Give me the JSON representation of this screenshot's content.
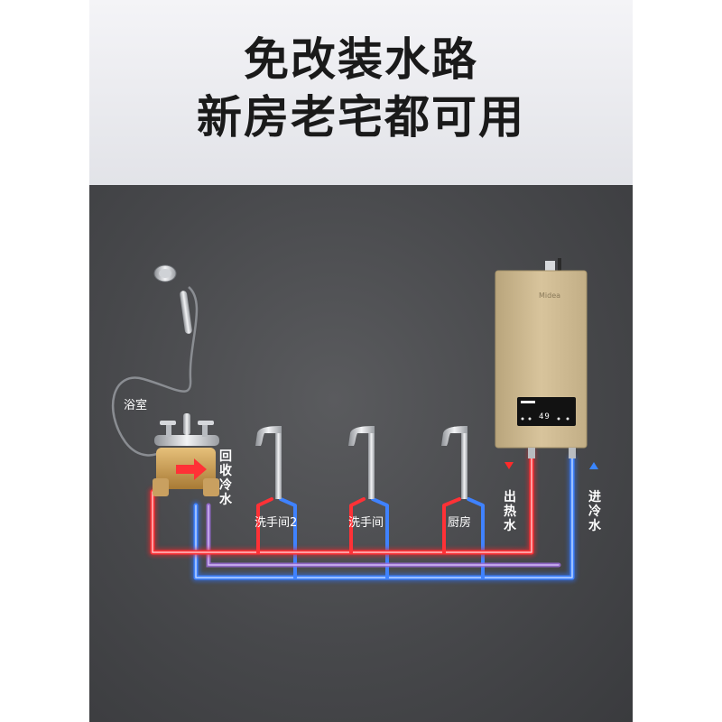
{
  "headline": {
    "line1": "免改装水路",
    "line2": "新房老宅都可用"
  },
  "heater": {
    "brand": "Midea",
    "display": "49"
  },
  "labels": {
    "bathroom": "浴室",
    "return_cold": "回收冷水",
    "washroom2": "洗手间2",
    "washroom": "洗手间",
    "kitchen": "厨房",
    "hot_out": "出热水",
    "cold_in": "进冷水"
  },
  "colors": {
    "hot_pipe": "#e8262b",
    "cold_pipe": "#2f6ff0",
    "heater_body": "#cdb88f",
    "wall": "#4a4b4e"
  },
  "icons": [
    "shower-head-icon",
    "faucet-icon",
    "water-heater-icon",
    "mixing-valve-icon",
    "arrow-down-icon",
    "arrow-up-icon"
  ]
}
